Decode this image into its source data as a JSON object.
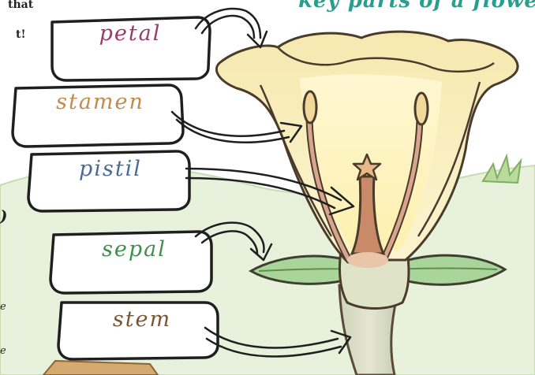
{
  "diagram": {
    "title": "key parts of a flower",
    "top_text_line1": "that",
    "top_text_line2": "t!",
    "side_marks": [
      ")",
      "e",
      "e"
    ],
    "labels": {
      "petal": "petal",
      "stamen": "stamen",
      "pistil": "pistil",
      "sepal": "sepal",
      "stem": "stem"
    }
  },
  "colors": {
    "title": "#2a9d8f",
    "petal": "#9b3a6a",
    "stamen": "#c48a4c",
    "pistil": "#4a6a94",
    "sepal": "#3f8f4a",
    "stem": "#7a5530",
    "flower_fill": "#f7ecb2",
    "leaf_fill": "#a9d59a",
    "background_hill": "#e7f1dc"
  }
}
